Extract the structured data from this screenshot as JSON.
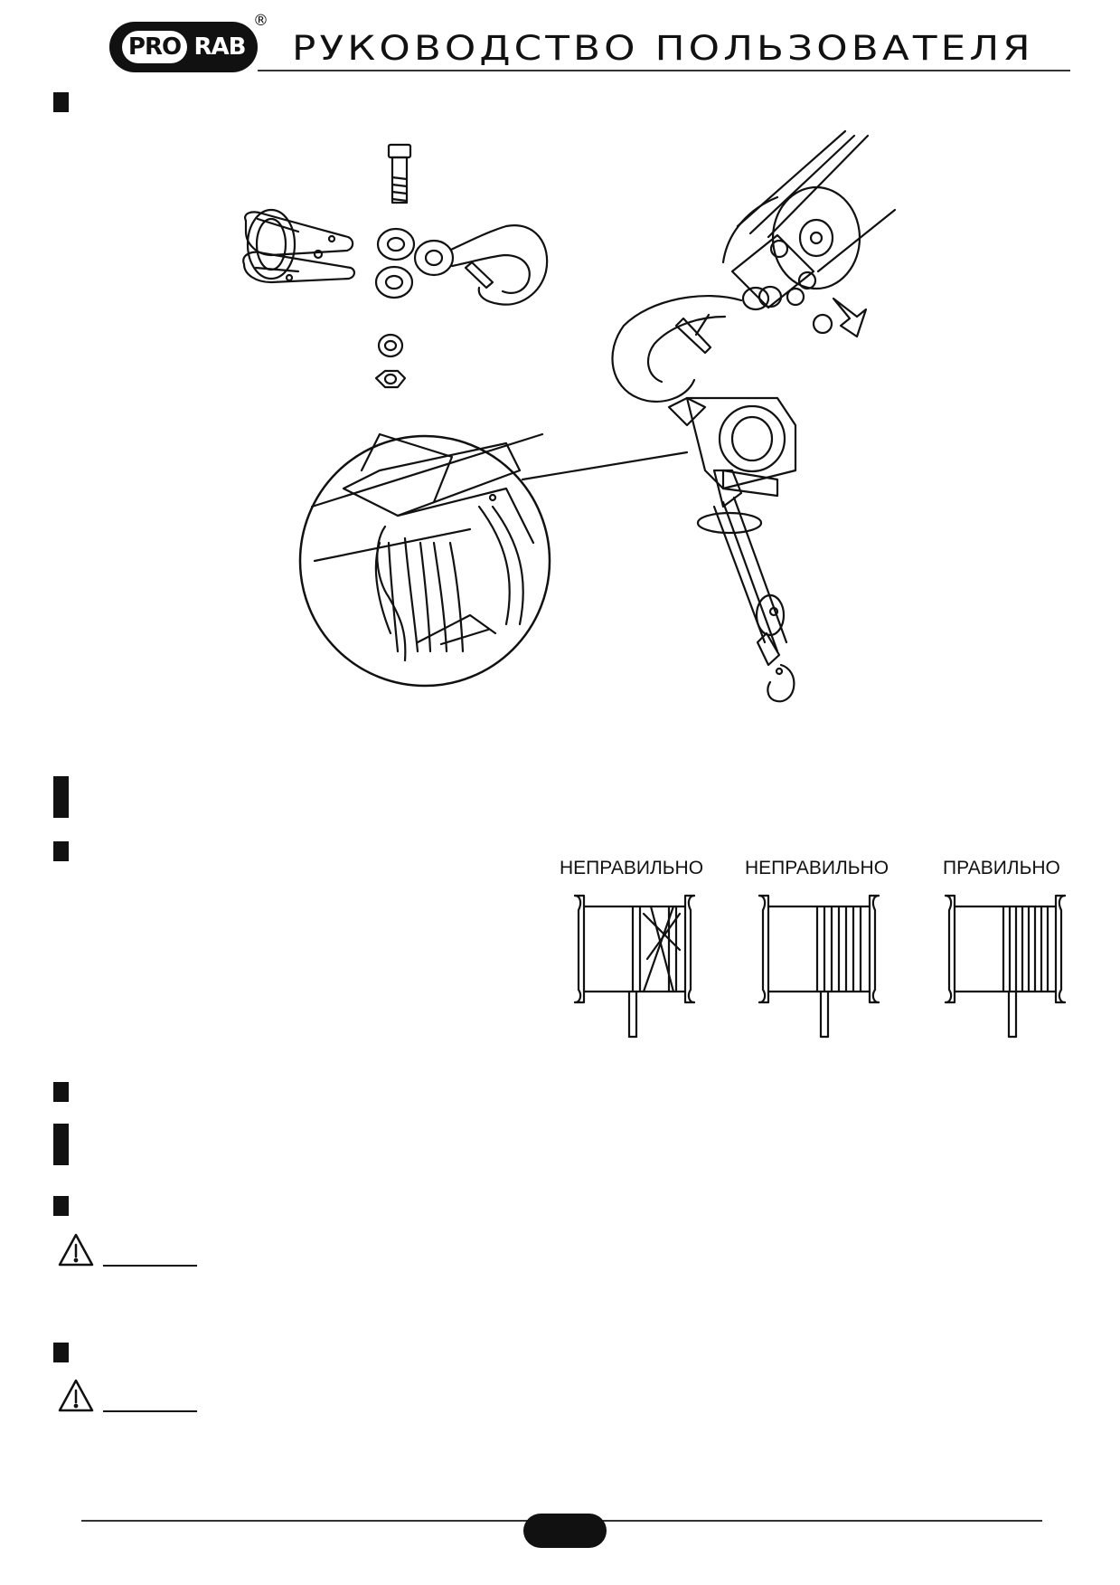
{
  "header": {
    "logo_pro": "PRO",
    "logo_rab": "RAB",
    "logo_registered": "®",
    "title": "РУКОВОДСТВО ПОЛЬЗОВАТЕЛЯ"
  },
  "spool_diagram": {
    "labels": [
      "НЕПРАВИЛЬНО",
      "НЕПРАВИЛЬНО",
      "ПРАВИЛЬНО"
    ]
  },
  "footer": {
    "page_number": ""
  },
  "icons": {
    "warning": "warning-triangle-icon"
  }
}
